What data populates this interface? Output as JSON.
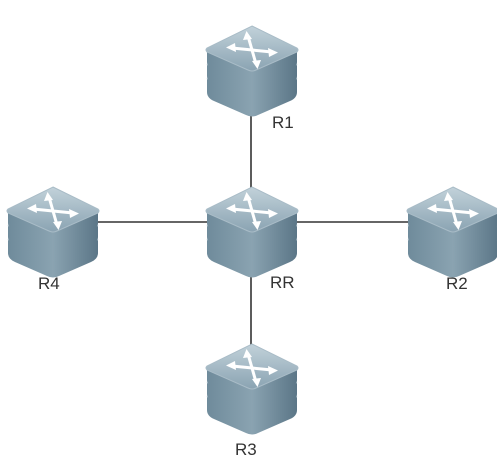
{
  "nodes": [
    {
      "id": "R1",
      "label": "R1",
      "icon": "router-icon"
    },
    {
      "id": "RR",
      "label": "RR",
      "icon": "router-icon"
    },
    {
      "id": "R2",
      "label": "R2",
      "icon": "router-icon"
    },
    {
      "id": "R3",
      "label": "R3",
      "icon": "router-icon"
    },
    {
      "id": "R4",
      "label": "R4",
      "icon": "router-icon"
    }
  ],
  "links": [
    {
      "from": "RR",
      "to": "R1"
    },
    {
      "from": "RR",
      "to": "R2"
    },
    {
      "from": "RR",
      "to": "R3"
    },
    {
      "from": "RR",
      "to": "R4"
    }
  ],
  "colors": {
    "router_top": "#9fb6c3",
    "router_side": "#5f7c8d",
    "router_band": "#bccbd4",
    "router_arrow": "#ffffff",
    "line": "#333333",
    "label": "#333333"
  }
}
